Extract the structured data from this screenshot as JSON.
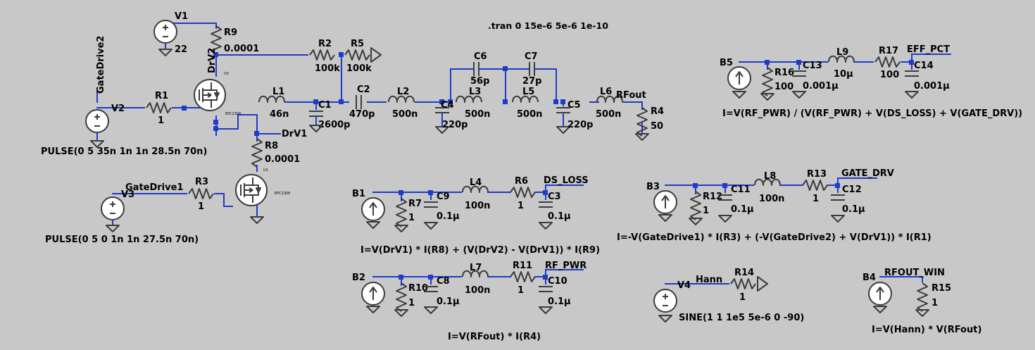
{
  "directive": ".tran 0 15e-6 5e-6 1e-10",
  "components": {
    "V1": {
      "name": "V1",
      "value": "22"
    },
    "V2": {
      "name": "V2",
      "value": "PULSE(0 5 35n 1n 1n 28.5n 70n)"
    },
    "V3": {
      "name": "V3",
      "value": "PULSE(0 5 0 1n 1n 27.5n 70n)"
    },
    "V4": {
      "name": "V4",
      "value": "SINE(1 1 1e5 5e-6 0 -90)"
    },
    "U1": {
      "name": "U1",
      "model": "EPC2306"
    },
    "U2": {
      "name": "U3",
      "model": "EPC2306"
    },
    "R1": {
      "name": "R1",
      "value": "1"
    },
    "R2": {
      "name": "R2",
      "value": "100k"
    },
    "R3": {
      "name": "R3",
      "value": "1"
    },
    "R4": {
      "name": "R4",
      "value": "50"
    },
    "R5": {
      "name": "R5",
      "value": "100k"
    },
    "R6": {
      "name": "R6",
      "value": "1"
    },
    "R7": {
      "name": "R7",
      "value": "1"
    },
    "R8": {
      "name": "R8",
      "value": "0.0001"
    },
    "R9": {
      "name": "R9",
      "value": "0.0001"
    },
    "R10": {
      "name": "R10",
      "value": "1"
    },
    "R11": {
      "name": "R11",
      "value": "1"
    },
    "R12": {
      "name": "R12",
      "value": "1"
    },
    "R13": {
      "name": "R13",
      "value": "1"
    },
    "R14": {
      "name": "R14",
      "value": "1"
    },
    "R15": {
      "name": "R15",
      "value": "1"
    },
    "R16": {
      "name": "R16",
      "value": "100"
    },
    "R17": {
      "name": "R17",
      "value": "100"
    },
    "L1": {
      "name": "L1",
      "value": "46n"
    },
    "L2": {
      "name": "L2",
      "value": "500n"
    },
    "L3": {
      "name": "L3",
      "value": "500n"
    },
    "L4": {
      "name": "L4",
      "value": "100n"
    },
    "L5": {
      "name": "L5",
      "value": "500n"
    },
    "L6": {
      "name": "L6",
      "value": "500n"
    },
    "L7": {
      "name": "L7",
      "value": "100n"
    },
    "L8": {
      "name": "L8",
      "value": "100n"
    },
    "L9": {
      "name": "L9",
      "value": "10µ"
    },
    "C1": {
      "name": "C1",
      "value": "2600p"
    },
    "C2": {
      "name": "C2",
      "value": "470p"
    },
    "C3": {
      "name": "C3",
      "value": "0.1µ"
    },
    "C4": {
      "name": "C4",
      "value": "220p"
    },
    "C5": {
      "name": "C5",
      "value": "220p"
    },
    "C6": {
      "name": "C6",
      "value": "56p"
    },
    "C7": {
      "name": "C7",
      "value": "27p"
    },
    "C8": {
      "name": "C8",
      "value": "0.1µ"
    },
    "C9": {
      "name": "C9",
      "value": "0.1µ"
    },
    "C10": {
      "name": "C10",
      "value": "0.1µ"
    },
    "C11": {
      "name": "C11",
      "value": "0.1µ"
    },
    "C12": {
      "name": "C12",
      "value": "0.1µ"
    },
    "C13": {
      "name": "C13",
      "value": "0.001µ"
    },
    "C14": {
      "name": "C14",
      "value": "0.001µ"
    },
    "B1": {
      "name": "B1",
      "value": "I=V(DrV1) * I(R8) + (V(DrV2) - V(DrV1)) * I(R9)"
    },
    "B2": {
      "name": "B2",
      "value": "I=V(RFout) * I(R4)"
    },
    "B3": {
      "name": "B3",
      "value": "I=-V(GateDrive1) * I(R3) + (-V(GateDrive2) + V(DrV1)) * I(R1)"
    },
    "B4": {
      "name": "B4",
      "value": "I=V(Hann) * V(RFout)"
    },
    "B5": {
      "name": "B5",
      "value": "I=V(RF_PWR) / (V(RF_PWR) + V(DS_LOSS) + V(GATE_DRV))"
    }
  },
  "nets": {
    "gatedrive1": "GateDrive1",
    "gatedrive2": "GateDrive2",
    "drv1": "DrV1",
    "drv2": "DrV2",
    "rfout": "RFout",
    "ds_loss": "DS_LOSS",
    "rf_pwr": "RF_PWR",
    "gate_drv": "GATE_DRV",
    "eff_pct": "EFF_PCT",
    "hann": "Hann",
    "rfout_win": "RFOUT_WIN"
  },
  "colors": {
    "background": "#c8c8c8",
    "wire": "#1e3cc8",
    "component": "#3c3c3c",
    "text": "#000000"
  }
}
